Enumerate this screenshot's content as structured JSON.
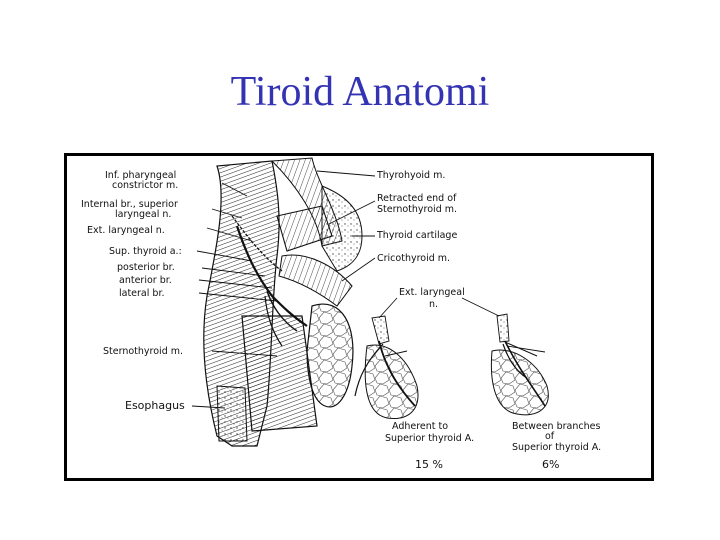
{
  "slide": {
    "title": "Tiroid Anatomi",
    "title_color": "#3333b3"
  },
  "figure": {
    "left_labels": {
      "inf_pharyngeal_1": "Inf. pharyngeal",
      "inf_pharyngeal_2": "constrictor m.",
      "internal_br_1": "Internal br., superior",
      "internal_br_2": "laryngeal n.",
      "ext_laryngeal": "Ext. laryngeal n.",
      "sup_thyroid": "Sup. thyroid a.:",
      "posterior": "posterior br.",
      "anterior": "anterior br.",
      "lateral": "lateral br.",
      "sternothyroid": "Sternothyroid m.",
      "esophagus": "Esophagus"
    },
    "right_labels": {
      "thyrohyoid": "Thyrohyoid m.",
      "retracted_1": "Retracted end of",
      "retracted_2": "Sternothyroid m.",
      "thyroid_cartilage": "Thyroid cartilage",
      "cricothyroid": "Cricothyroid m."
    },
    "inset": {
      "ext_laryngeal_1": "Ext. laryngeal",
      "ext_laryngeal_2": "n.",
      "left_caption_1": "Adherent to",
      "left_caption_2": "Superior thyroid A.",
      "left_percent": "15 %",
      "right_caption_1": "Between branches",
      "right_caption_2": "of",
      "right_caption_3": "Superior thyroid A.",
      "right_percent": "6%"
    }
  }
}
